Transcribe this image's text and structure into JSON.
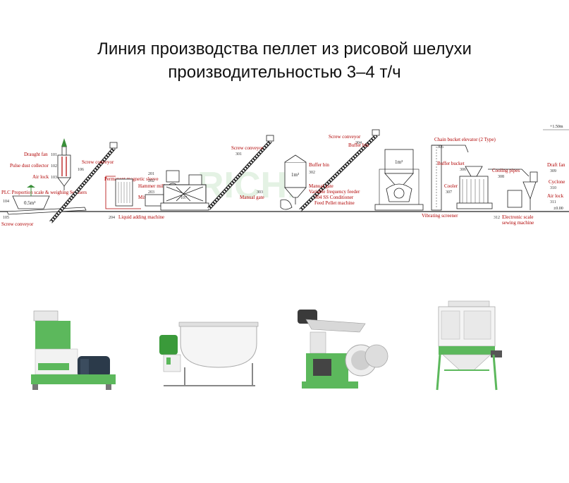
{
  "title": {
    "line1": "Линия производства пеллет из рисовой шелухи",
    "line2": "производительностью 3–4 т/ч"
  },
  "watermark": "RICHI",
  "diagram": {
    "labels": {
      "draught_fan": "Draught fan",
      "pulse_dust_collector": "Pulse dust collector",
      "air_lock_left": "Air lock",
      "plc": "PLC Proportion scale & weighing Senssers",
      "volume_left": "0.5m³",
      "screw_conveyor_bottom": "Screw conveyor",
      "screw_conveyor_1": "Screw conveyor",
      "permanent_magnetic_sleeve": "Permanent magnetic sleeve",
      "hammer_mill": "Hammer mill",
      "mixer": "Mixer",
      "liquid_adding_machine": "Liquid adding machine",
      "screw_conveyor_2": "Screw conveyor",
      "buffer_bin": "Buffer bin",
      "volume_mid": "1m³",
      "manual_gate": "Manual gate",
      "manual_gate_2": "Manual gate",
      "screw_conveyor_3": "Screw conveyor",
      "buffer_bin_2": "Buffer bin",
      "volume_right": "1m³",
      "feeder_line1": "Variable frequency feeder",
      "feeder_line2": "304 SS Conditioner",
      "feeder_line3": "Feed Pellet machine",
      "chain_elevator": "Chain bucket elevator (2 Type)",
      "buffer_bucket": "Buffer bucket",
      "cooling_pipes": "Cooling pipes",
      "cooler": "Cooler",
      "vibrating_screener": "Vibrating screener",
      "draft_fan": "Draft fan",
      "cyclone": "Cyclone",
      "air_lock_right": "Air lock",
      "electronic_scale1": "Electronic scale",
      "electronic_scale2": "sewing machine",
      "elev_top": "+1.50m",
      "elev_bottom": "±0.00"
    },
    "numbers": {
      "n101": "101",
      "n102": "102",
      "n103": "103",
      "n104": "104",
      "n105": "105",
      "n106": "106",
      "n107": "107",
      "n201": "201",
      "n202": "202",
      "n203": "203",
      "n204": "204",
      "n301": "301",
      "n302": "302",
      "n303": "303",
      "n304": "304",
      "n305": "305",
      "n306": "306",
      "n307": "307",
      "n308": "308",
      "n309": "309",
      "n310": "310",
      "n311": "311",
      "n312": "312"
    }
  },
  "photos": [
    {
      "name": "hammer-mill",
      "accent": "#5cb85c"
    },
    {
      "name": "mixer",
      "accent": "#d9d9d9"
    },
    {
      "name": "pellet-machine",
      "accent": "#5cb85c"
    },
    {
      "name": "cooler",
      "accent": "#5cb85c"
    }
  ],
  "colors": {
    "machine_green": "#5cb85c",
    "label_red": "#b00000",
    "line_dark": "#222222"
  }
}
